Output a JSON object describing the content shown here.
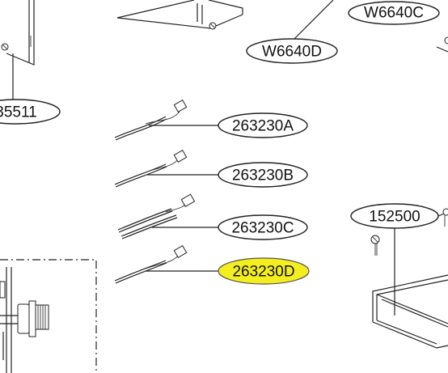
{
  "callouts": {
    "w6640c": "W6640C",
    "w6640d": "W6640D",
    "p35511": "35511",
    "p263230a": "263230A",
    "p263230b": "263230B",
    "p263230c": "263230C",
    "p263230d": "263230D",
    "p152500": "152500"
  },
  "highlight_color": "#f5ee1f",
  "highlighted_part": "263230D"
}
